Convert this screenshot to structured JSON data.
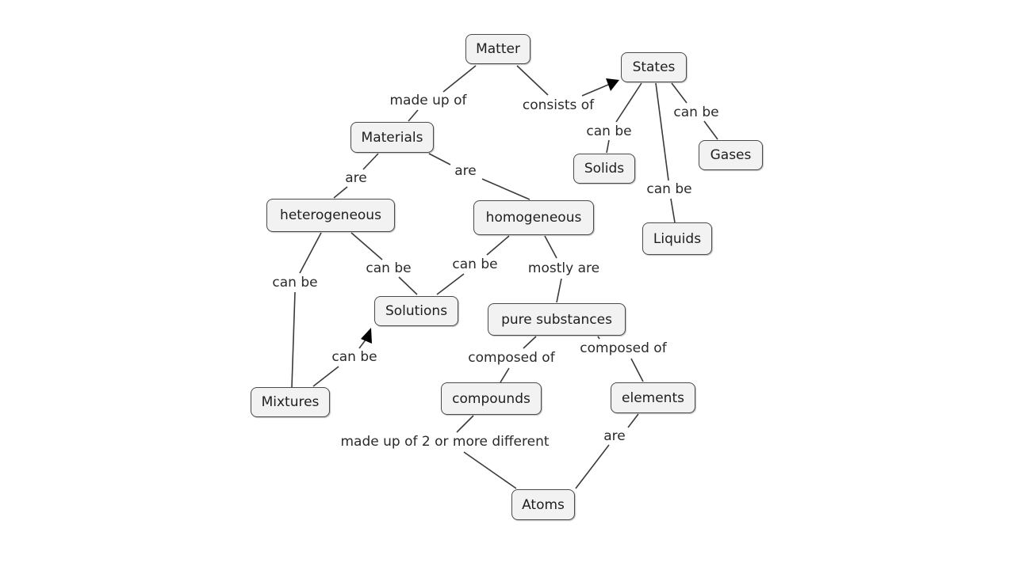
{
  "concept_map": {
    "nodes": {
      "matter": "Matter",
      "states": "States",
      "materials": "Materials",
      "solids": "Solids",
      "gases": "Gases",
      "heterogeneous": "heterogeneous",
      "homogeneous": "homogeneous",
      "liquids": "Liquids",
      "solutions": "Solutions",
      "pure_substances": "pure substances",
      "mixtures": "Mixtures",
      "compounds": "compounds",
      "elements": "elements",
      "atoms": "Atoms"
    },
    "links": {
      "made_up_of": "made up of",
      "consists_of": "consists of",
      "states_can_be_solids": "can be",
      "states_can_be_gases": "can be",
      "states_can_be_liquids": "can be",
      "are_heterogeneous": "are",
      "are_homogeneous": "are",
      "hetero_can_be_mixtures": "can be",
      "hetero_can_be_solutions": "can be",
      "homo_can_be_solutions": "can be",
      "mostly_are": "mostly are",
      "mixtures_can_be": "can be",
      "composed_of_compounds": "composed of",
      "composed_of_elements": "composed of",
      "made_up_of_2_or_more": "made up of 2 or more different",
      "elements_are": "are"
    }
  }
}
